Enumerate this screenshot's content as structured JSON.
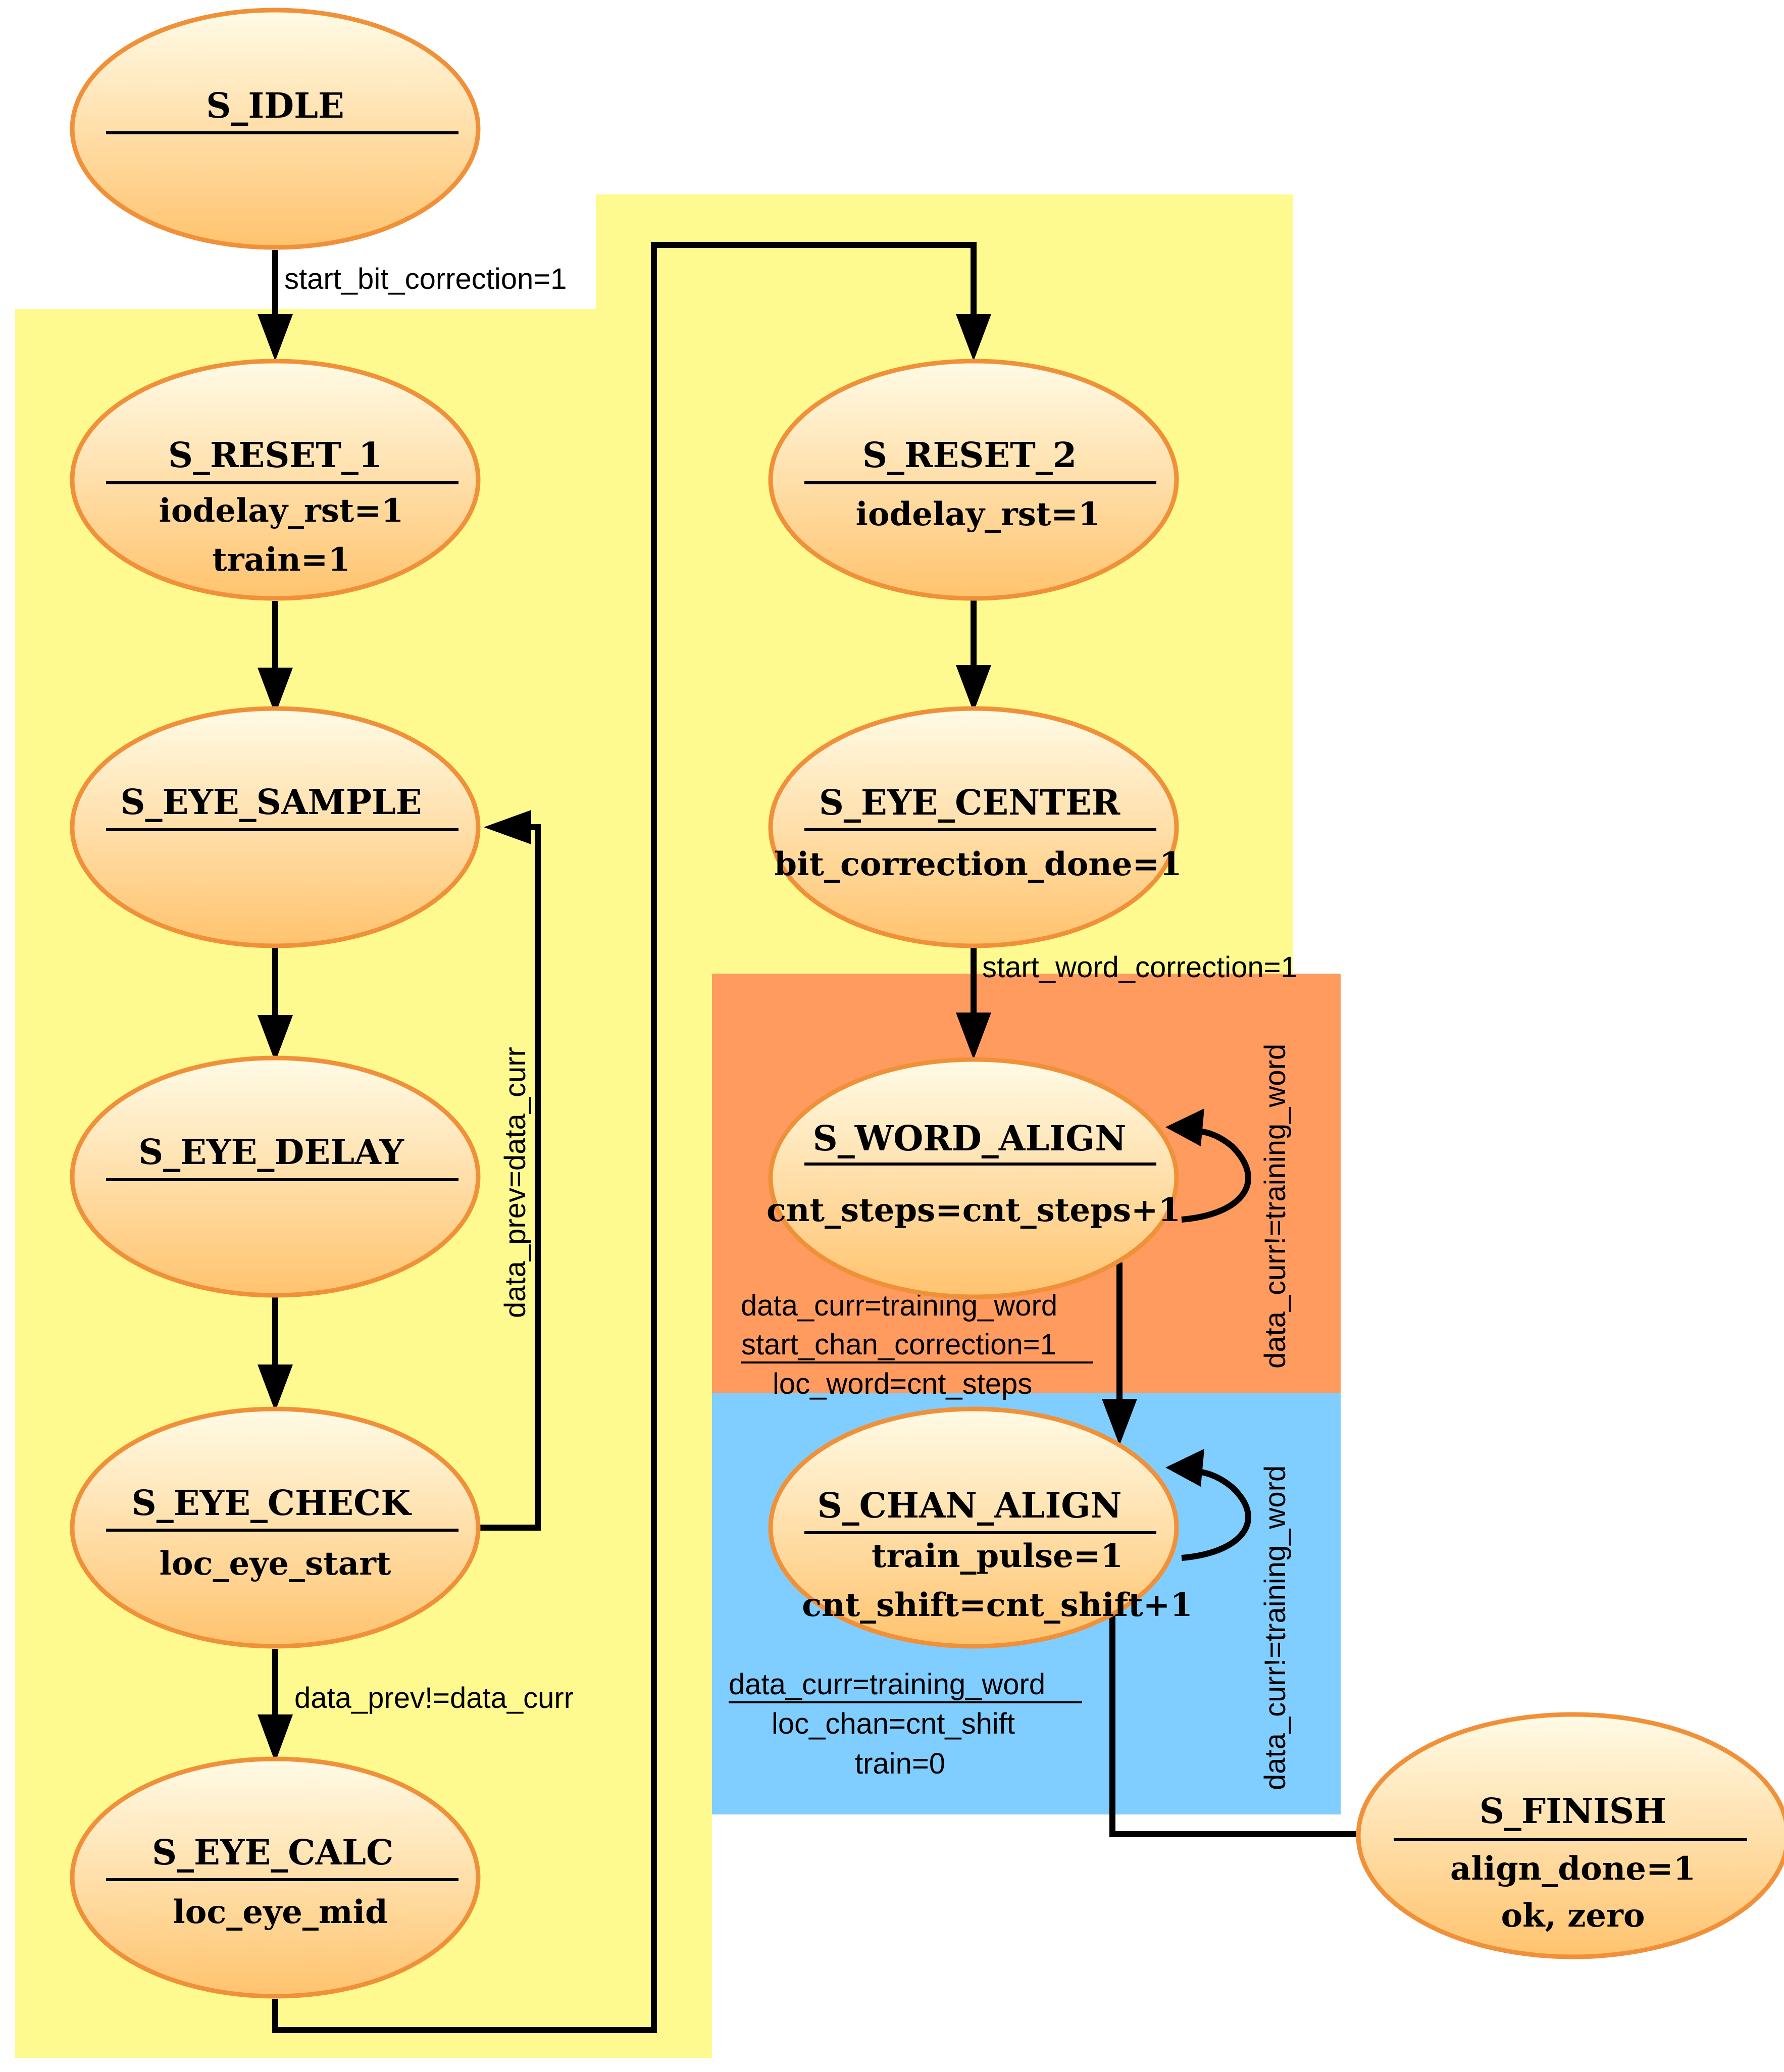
{
  "states": {
    "idle": {
      "title": "S_IDLE",
      "actions": []
    },
    "reset1": {
      "title": "S_RESET_1",
      "actions": [
        "iodelay_rst=1",
        "train=1"
      ]
    },
    "eye_sample": {
      "title": "S_EYE_SAMPLE",
      "actions": []
    },
    "eye_delay": {
      "title": "S_EYE_DELAY",
      "actions": []
    },
    "eye_check": {
      "title": "S_EYE_CHECK",
      "actions": [
        "loc_eye_start"
      ]
    },
    "eye_calc": {
      "title": "S_EYE_CALC",
      "actions": [
        "loc_eye_mid"
      ]
    },
    "reset2": {
      "title": "S_RESET_2",
      "actions": [
        "iodelay_rst=1"
      ]
    },
    "eye_center": {
      "title": "S_EYE_CENTER",
      "actions": [
        "bit_correction_done=1"
      ]
    },
    "word_align": {
      "title": "S_WORD_ALIGN",
      "actions": [
        "cnt_steps=cnt_steps+1"
      ]
    },
    "chan_align": {
      "title": "S_CHAN_ALIGN",
      "actions": [
        "train_pulse=1",
        "cnt_shift=cnt_shift+1"
      ]
    },
    "finish": {
      "title": "S_FINISH",
      "actions": [
        "align_done=1",
        "ok, zero"
      ]
    }
  },
  "transitions": {
    "idle_to_reset1": "start_bit_correction=1",
    "check_to_sample": "data_prev=data_curr",
    "check_to_calc": "data_prev!=data_curr",
    "center_to_word": "start_word_correction=1",
    "word_self": "data_curr!=training_word",
    "word_to_chan": [
      "data_curr=training_word",
      "start_chan_correction=1",
      "loc_word=cnt_steps"
    ],
    "chan_self": "data_curr!=training_word",
    "chan_to_finish": [
      "data_curr=training_word",
      "loc_chan=cnt_shift",
      "train=0"
    ]
  },
  "colors": {
    "bit_region": "#fffa8f",
    "word_region": "#ff9b5f",
    "chan_region": "#80cdff",
    "state_fill_top": "#fffbe6",
    "state_fill_bottom": "#ffc36e",
    "state_stroke": "#f0913a"
  }
}
